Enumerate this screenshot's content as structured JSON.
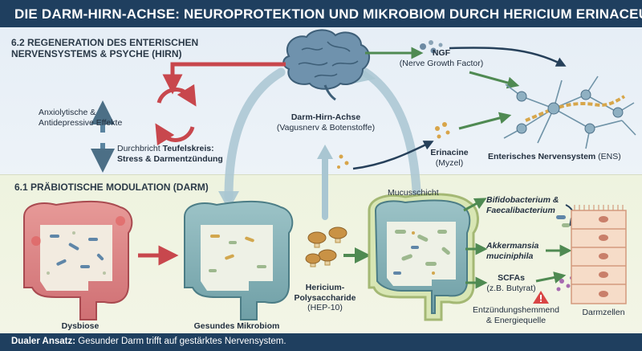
{
  "title": "DIE DARM-HIRN-ACHSE: NEUROPROTEKTION UND MIKROBIOM DURCH HERICIUM ERINACEUS",
  "sections": {
    "brain_heading": "6.2 REGENERATION DES ENTERISCHEN NERVENSYSTEMS & PSYCHE (HIRN)",
    "gut_heading": "6.1 PRÄBIOTISCHE MODULATION (DARM)"
  },
  "labels": {
    "anxiolytic": "Anxiolytische & Antidepressive Effekte",
    "cycle_prefix": "Durchbricht ",
    "cycle_term": "Teufelskreis:",
    "cycle_detail": "Stress & Darmentzündung",
    "ngf_title": "NGF",
    "ngf_subtitle": "(Nerve Growth Factor)",
    "axis_title": "Darm-Hirn-Achse",
    "axis_subtitle": "(Vagusnerv & Botenstoffe)",
    "erinacine_title": "Erinacine",
    "erinacine_subtitle": "(Myzel)",
    "ens_title": "Enterisches Nervensystem",
    "ens_abbrev": " (ENS)",
    "dysbiosis": "Dysbiose",
    "healthy": "Gesundes Mikrobiom",
    "polysaccharide_title": "Hericium-Polysaccharide",
    "polysaccharide_subtitle": "(HEP-10)",
    "mucus": "Mucusschicht",
    "bifido": "Bifidobacterium & Faecalibacterium",
    "akkermansia": "Akkermansia muciniphila",
    "scfa_title": "SCFAs",
    "scfa_subtitle": "(z.B. Butyrat)",
    "anti_inflammatory": "Entzündungshemmend & Energiequelle",
    "cells": "Darmzellen"
  },
  "footer": {
    "label": "Dualer Ansatz:",
    "text": "Gesunder Darm trifft auf gestärktes Nervensystem."
  },
  "colors": {
    "title_bar": "#1f3f5f",
    "brain_section": "#e6eef6",
    "gut_section": "#eef3df",
    "negative_arrow": "#c8474d",
    "positive_arrow": "#4f8a52",
    "axis_arrow": "#a9c6d2"
  }
}
